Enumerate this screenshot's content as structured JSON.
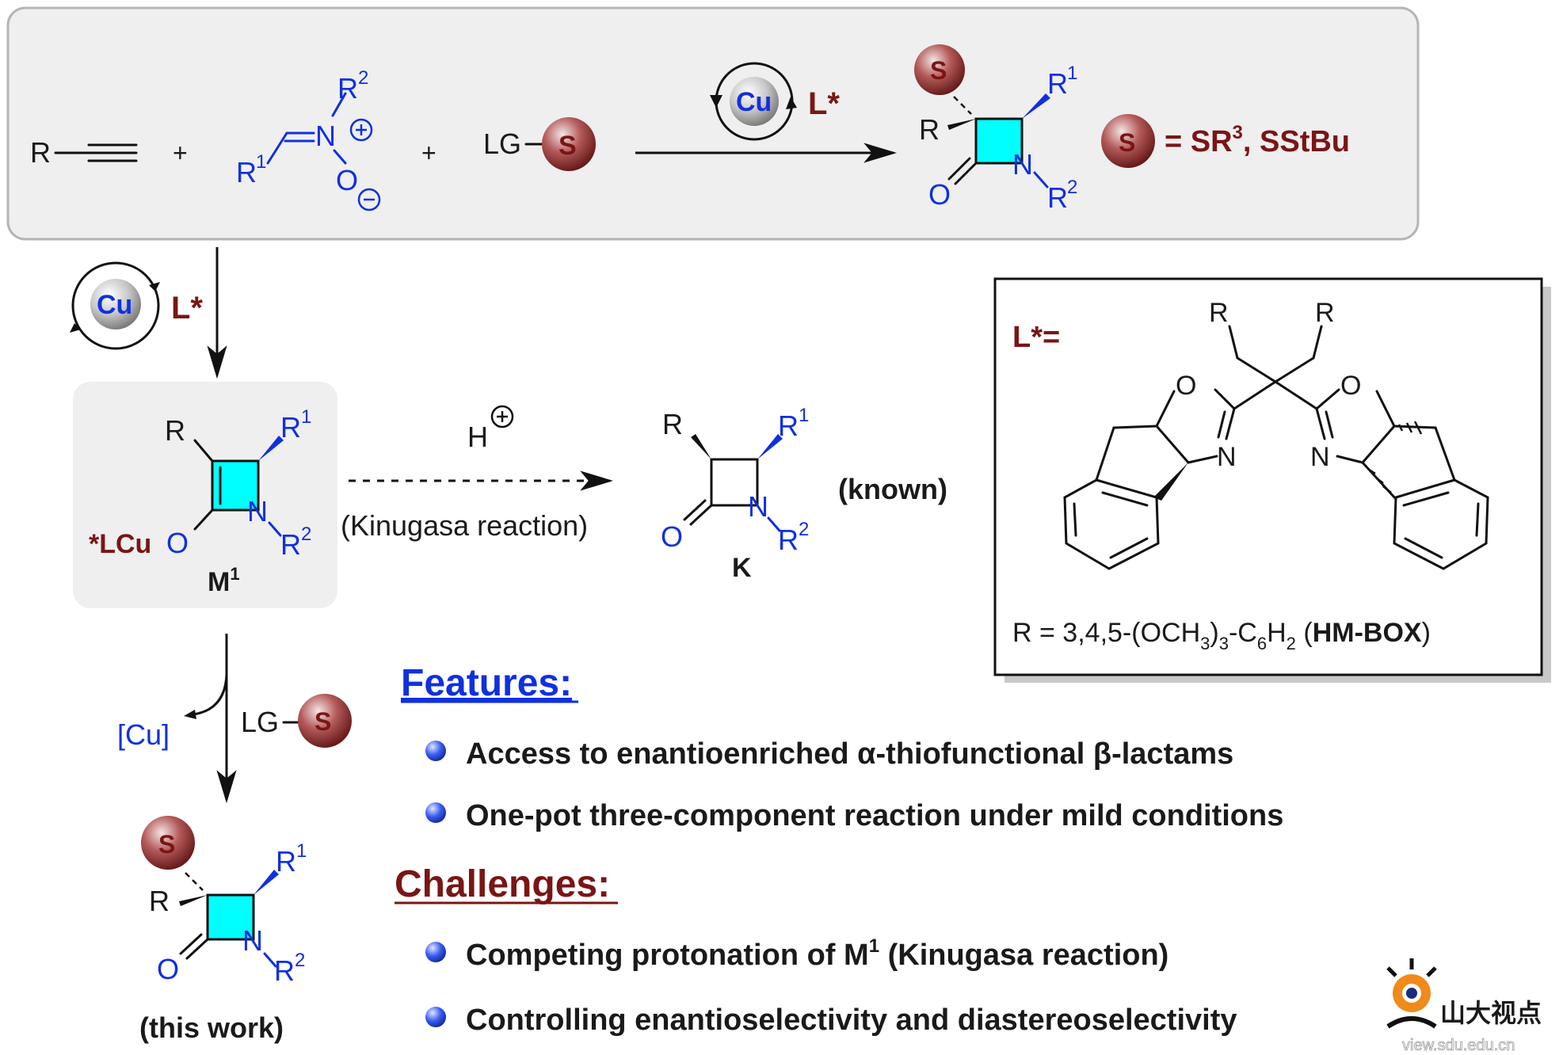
{
  "reaction": {
    "alkyne_r": "R",
    "plus": "+",
    "nitrone_r1": "R",
    "nitrone_r1_sup": "1",
    "nitrone_r2": "R",
    "nitrone_r2_sup": "2",
    "nitrone_n": "N",
    "nitrone_o": "O",
    "lg_label": "LG",
    "s_badge": "S",
    "cu_label": "Cu",
    "ligand_label": "L*",
    "product_def_text": "= SR",
    "product_def_sup": "3",
    "product_def_rest": ", SStBu"
  },
  "ring_atoms": {
    "r": "R",
    "r1": "R",
    "sup1": "1",
    "r2": "R",
    "sup2": "2",
    "n": "N",
    "o": "O"
  },
  "intermediate": {
    "label": "M",
    "label_sup": "1",
    "lcu": "*LCu",
    "o": "O"
  },
  "kinugasa": {
    "reagent": "H",
    "arrow_label": "(Kinugasa reaction)",
    "product_label": "K",
    "note": "(known)"
  },
  "this_work": {
    "cu_out": "[Cu]",
    "lg_label": "LG",
    "caption": "(this work)"
  },
  "ligand_box": {
    "label": "L*=",
    "caption_pre": "R = 3,4,5-(OCH",
    "caption_sub1": "3",
    "caption_mid": ")",
    "caption_sub2": "3",
    "caption_c": "-C",
    "caption_sub3": "6",
    "caption_h": "H",
    "caption_sub4": "2",
    "caption_open": " (",
    "caption_bold": "HM-BOX",
    "caption_close": ")",
    "o_atom": "O",
    "n_atom": "N",
    "r_atom": "R"
  },
  "features": {
    "heading": "Features:",
    "items": [
      "Access to enantioenriched α-thiofunctional β-lactams",
      "One-pot three-component reaction under mild conditions"
    ]
  },
  "challenges": {
    "heading": "Challenges:",
    "items": [
      {
        "pre": "Competing protonation of M",
        "sup": "1",
        "post": " (Kinugasa reaction)"
      },
      {
        "pre": "Controlling enantioselectivity and diastereoselectivity",
        "sup": "",
        "post": ""
      }
    ]
  },
  "watermark": {
    "text": "山大视点",
    "url": "view.sdu.edu.cn"
  },
  "colors": {
    "accent_blue": "#1030e0",
    "accent_red": "#7a1515",
    "lactam_fill": "#00ffff",
    "panel_bg": "#efefef"
  }
}
